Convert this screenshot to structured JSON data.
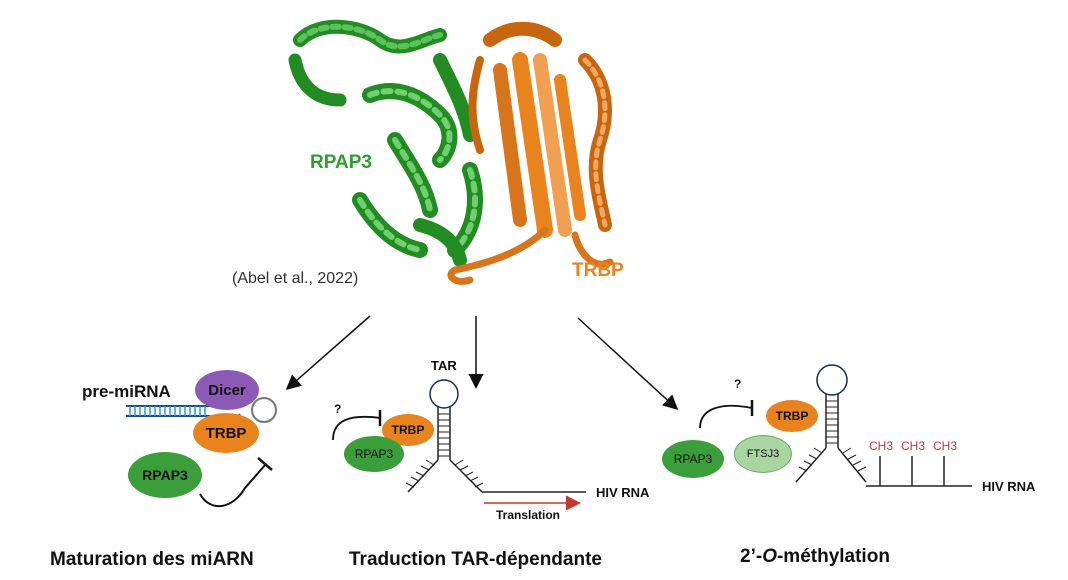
{
  "structure": {
    "rpap3_label": "RPAP3",
    "trbp_label": "TRBP",
    "citation": "(Abel et al., 2022)",
    "rpap3_color": "#2f9e2f",
    "trbp_color": "#e8831e"
  },
  "panel_mirna": {
    "pre_mirna_label": "pre-miRNA",
    "dicer_label": "Dicer",
    "trbp_label": "TRBP",
    "rpap3_label": "RPAP3",
    "caption": "Maturation des miARN",
    "dicer_color": "#8a5ab4"
  },
  "panel_tar": {
    "tar_label": "TAR",
    "question": "?",
    "trbp_label": "TRBP",
    "rpap3_label": "RPAP3",
    "hiv_label": "HIV RNA",
    "translation_label": "Translation",
    "caption": "Traduction TAR-dépendante",
    "arrow_color": "#c0392b"
  },
  "panel_methyl": {
    "question": "?",
    "trbp_label": "TRBP",
    "ftsj3_label": "FTSJ3",
    "rpap3_label": "RPAP3",
    "ch3_labels": [
      "CH3",
      "CH3",
      "CH3"
    ],
    "hiv_label": "HIV RNA",
    "caption_prefix": "2’-",
    "caption_italic": "O",
    "caption_suffix": "-méthylation",
    "ch3_color": "#d0342c",
    "ftsj3_color": "#a8d5a0"
  }
}
